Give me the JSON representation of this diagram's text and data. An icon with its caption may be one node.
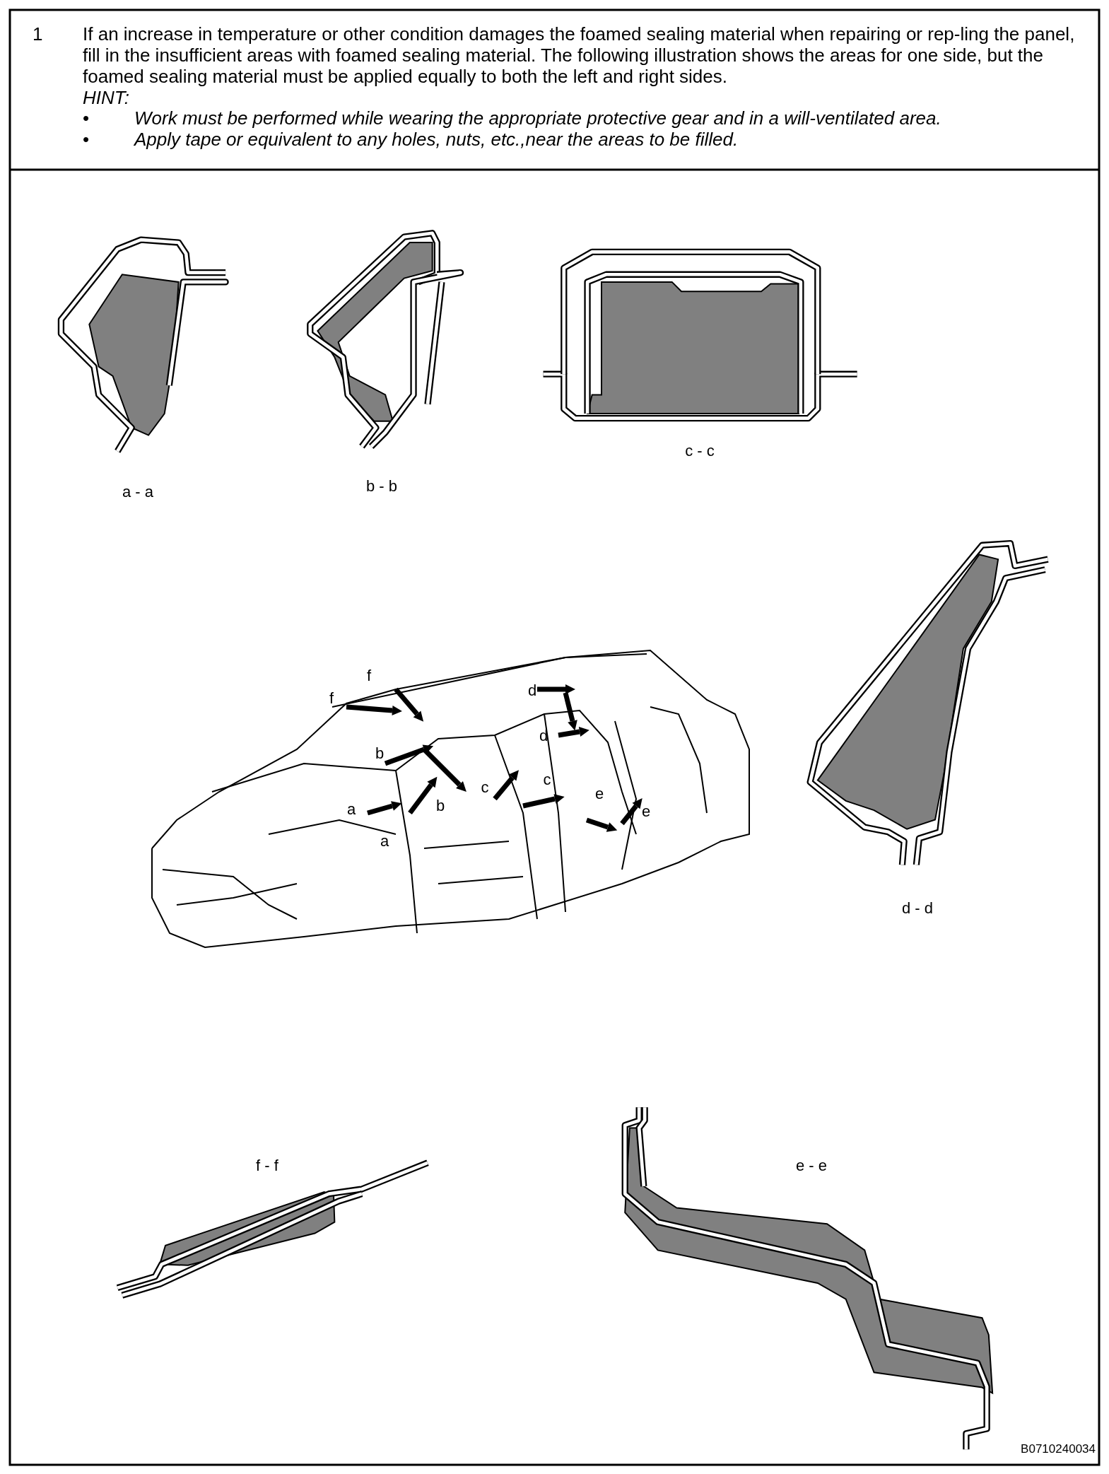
{
  "diagram": {
    "labels": [
      "1",
      "If an increase in temperature or other condition damages the foamed sealing material when repairing or rep-ling the panel, fill in the insufficient areas with foamed sealing material. The following illustration shows the areas for one side, but the foamed sealing material must be applied equally to both the left and right sides.",
      "HINT:",
      "•",
      "Work must be performed while wearing the appropriate protective gear and in a will-ventilated area.",
      "•",
      "Apply tape or equivalent to any holes, nuts, etc.,near the areas to be filled.",
      "c - c",
      "b - b",
      "a - a",
      "f",
      "d",
      "f",
      "d",
      "b",
      "c",
      "c",
      "e",
      "b",
      "a",
      "e",
      "a",
      "d - d",
      "f - f",
      "e - e",
      "B0710240034"
    ]
  }
}
